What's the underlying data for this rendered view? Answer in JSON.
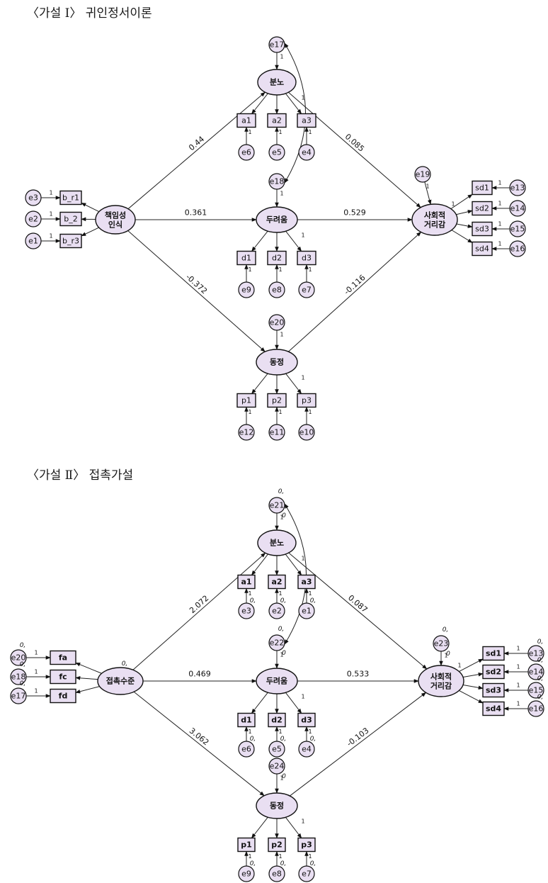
{
  "captions": {
    "model1": "〈가설 Ⅰ〉 귀인정서이론",
    "model2": "〈가설 Ⅱ〉 접촉가설"
  },
  "model1": {
    "latents": {
      "exo": "책임성\n인식",
      "anger": "분노",
      "fear": "두려움",
      "pity": "동정",
      "dist": "사회적\n거리감"
    },
    "errors": {
      "anger": "e17",
      "fear": "e18",
      "pity": "e20",
      "dist": "e19",
      "exo_items": [
        "e3",
        "e2",
        "e1"
      ],
      "anger_items": [
        "e6",
        "e5",
        "e4"
      ],
      "fear_items": [
        "e9",
        "e8",
        "e7"
      ],
      "pity_items": [
        "e12",
        "e11",
        "e10"
      ],
      "dist_items": [
        "e13",
        "e14",
        "e15",
        "e16"
      ]
    },
    "indicators": {
      "exo": [
        "b_r1",
        "b_2",
        "b_r3"
      ],
      "anger": [
        "a1",
        "a2",
        "a3"
      ],
      "fear": [
        "d1",
        "d2",
        "d3"
      ],
      "pity": [
        "p1",
        "p2",
        "p3"
      ],
      "dist": [
        "sd1",
        "sd2",
        "sd3",
        "sd4"
      ]
    },
    "paths": {
      "exo_anger": "0.44",
      "exo_fear": "0.361",
      "exo_pity": "-0.372",
      "anger_dist": "0.085",
      "fear_dist": "0.529",
      "pity_dist": "-0.116"
    },
    "fixed_loading": "1"
  },
  "model2": {
    "latents": {
      "exo": "접촉수준",
      "anger": "분노",
      "fear": "두려움",
      "pity": "동정",
      "dist": "사회적\n거리감"
    },
    "errors": {
      "anger": "e21",
      "fear": "e22",
      "pity": "e24",
      "dist": "e23",
      "exo_items": [
        "e20",
        "e18",
        "e17"
      ],
      "anger_items": [
        "e3",
        "e2",
        "e1"
      ],
      "fear_items": [
        "e6",
        "e5",
        "e4"
      ],
      "pity_items": [
        "e9",
        "e8",
        "e7"
      ],
      "dist_items": [
        "e13",
        "e14",
        "e15",
        "e16"
      ]
    },
    "indicators": {
      "exo": [
        "fa",
        "fc",
        "fd"
      ],
      "anger": [
        "a1",
        "a2",
        "a3"
      ],
      "fear": [
        "d1",
        "d2",
        "d3"
      ],
      "pity": [
        "p1",
        "p2",
        "p3"
      ],
      "dist": [
        "sd1",
        "sd2",
        "sd3",
        "sd4"
      ]
    },
    "paths": {
      "exo_anger": "2.072",
      "exo_fear": "0.469",
      "exo_pity": "3.062",
      "anger_dist": "0.087",
      "fear_dist": "0.533",
      "pity_dist": "-0.103"
    },
    "fixed_loading": "1",
    "zero_label": "0,",
    "zero_italic": "0"
  }
}
